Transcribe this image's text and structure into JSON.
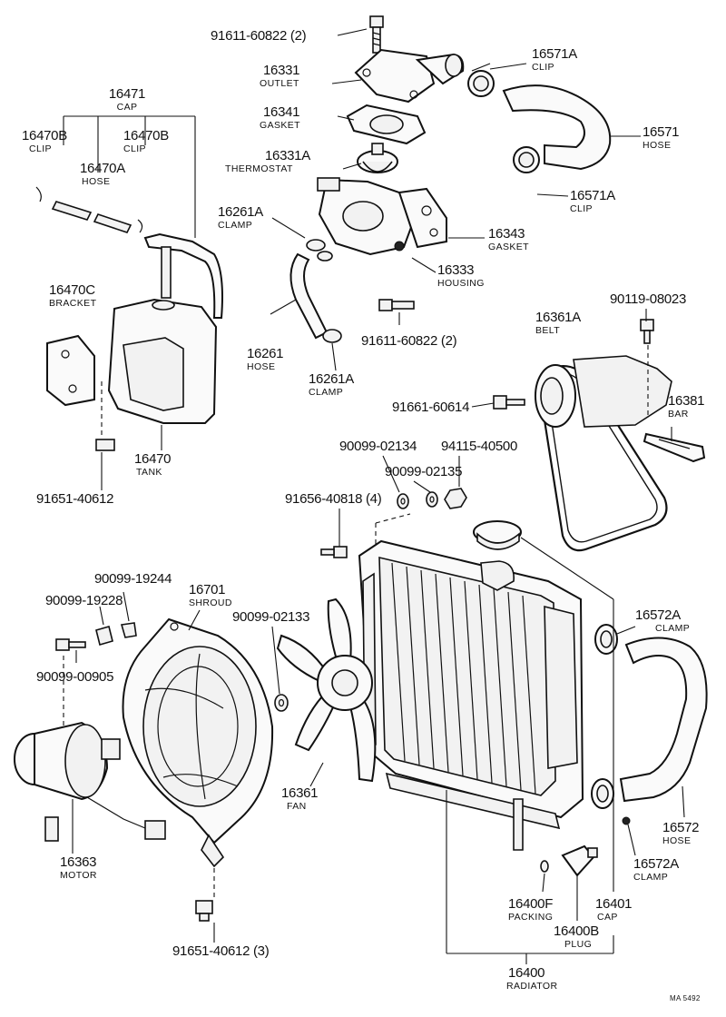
{
  "labels": {
    "bolt_top": {
      "num": "91611-60822 (2)"
    },
    "outlet": {
      "num": "16331",
      "name": "OUTLET"
    },
    "clip_top": {
      "num": "16571A",
      "name": "CLIP"
    },
    "cap_tank": {
      "num": "16471",
      "name": "CAP"
    },
    "gasket_outlet": {
      "num": "16341",
      "name": "GASKET"
    },
    "hose_top": {
      "num": "16571",
      "name": "HOSE"
    },
    "clip_left": {
      "num": "16470B",
      "name": "CLIP"
    },
    "clip_mid": {
      "num": "16470B",
      "name": "CLIP"
    },
    "thermostat": {
      "num": "16331A",
      "name": "THERMOSTAT"
    },
    "hose_small": {
      "num": "16470A",
      "name": "HOSE"
    },
    "clip_lower": {
      "num": "16571A",
      "name": "CLIP"
    },
    "clamp_261a": {
      "num": "16261A",
      "name": "CLAMP"
    },
    "gasket_housing": {
      "num": "16343",
      "name": "GASKET"
    },
    "housing": {
      "num": "16333",
      "name": "HOUSING"
    },
    "bracket": {
      "num": "16470C",
      "name": "BRACKET"
    },
    "bolt_housing": {
      "num": "91611-60822 (2)"
    },
    "bolt_90119": {
      "num": "90119-08023"
    },
    "belt": {
      "num": "16361A",
      "name": "BELT"
    },
    "hose_261": {
      "num": "16261",
      "name": "HOSE"
    },
    "clamp_261a_b": {
      "num": "16261A",
      "name": "CLAMP"
    },
    "bolt_91661": {
      "num": "91661-60614"
    },
    "bar": {
      "num": "16381",
      "name": "BAR"
    },
    "tank": {
      "num": "16470",
      "name": "TANK"
    },
    "washer_02134": {
      "num": "90099-02134"
    },
    "nut_40500": {
      "num": "94115-40500"
    },
    "washer_02135": {
      "num": "90099-02135"
    },
    "bolt_tank": {
      "num": "91651-40612"
    },
    "bolt_40818": {
      "num": "91656-40818 (4)"
    },
    "bush_19244": {
      "num": "90099-19244"
    },
    "shroud": {
      "num": "16701",
      "name": "SHROUD"
    },
    "bush_19228": {
      "num": "90099-19228"
    },
    "washer_02133": {
      "num": "90099-02133"
    },
    "clamp_572a": {
      "num": "16572A",
      "name": "CLAMP"
    },
    "bolt_00905": {
      "num": "90099-00905"
    },
    "fan": {
      "num": "16361",
      "name": "FAN"
    },
    "hose_572": {
      "num": "16572",
      "name": "HOSE"
    },
    "motor": {
      "num": "16363",
      "name": "MOTOR"
    },
    "clamp_572a_b": {
      "num": "16572A",
      "name": "CLAMP"
    },
    "packing": {
      "num": "16400F",
      "name": "PACKING"
    },
    "cap_radiator": {
      "num": "16401",
      "name": "CAP"
    },
    "plug": {
      "num": "16400B",
      "name": "PLUG"
    },
    "bolt_shroud": {
      "num": "91651-40612 (3)"
    },
    "radiator": {
      "num": "16400",
      "name": "RADIATOR"
    }
  },
  "footer": {
    "code": "MA 5492"
  }
}
